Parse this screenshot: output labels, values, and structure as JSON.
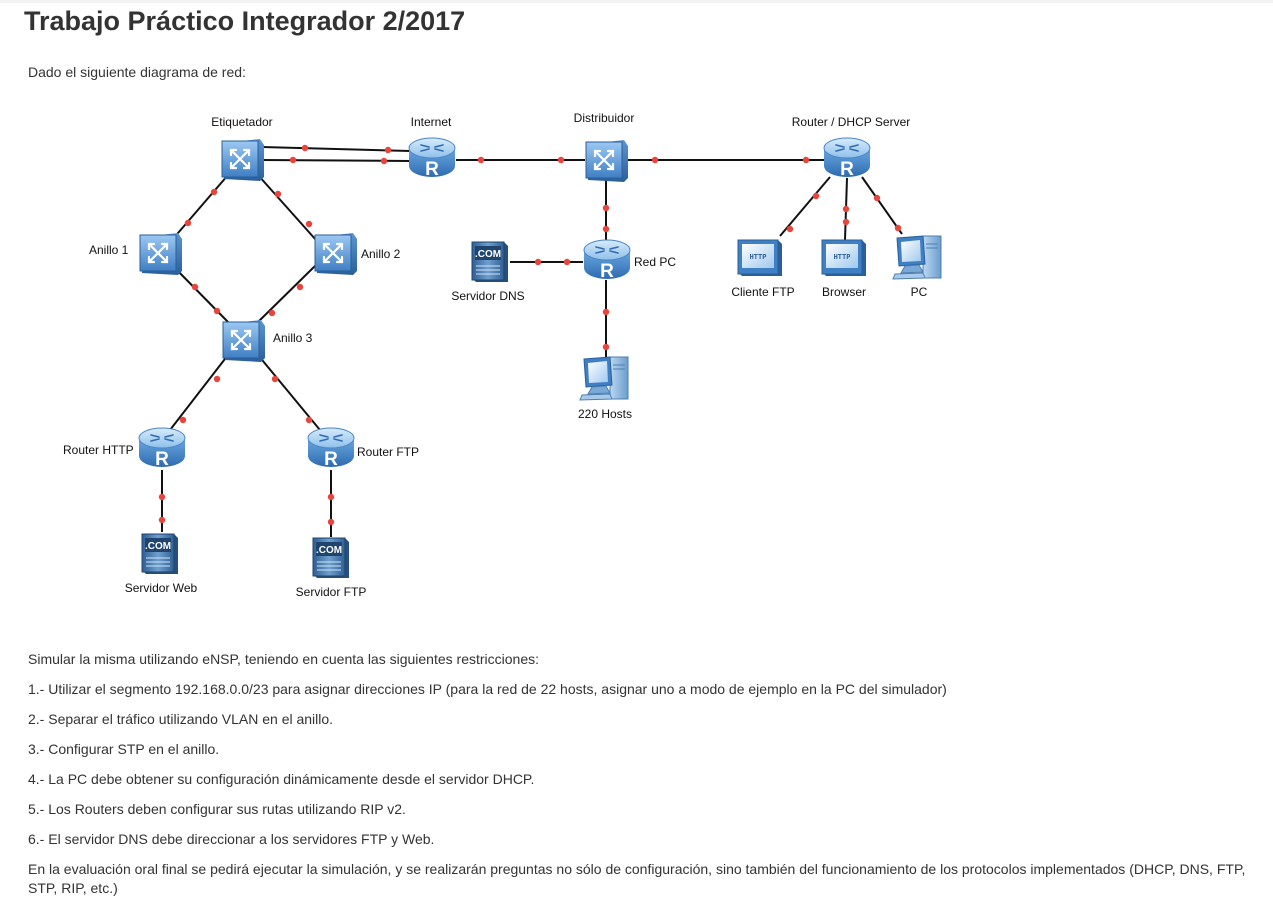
{
  "page": {
    "title": "Trabajo Práctico Integrador 2/2017",
    "intro": "Dado el siguiente diagrama de red:"
  },
  "diagram": {
    "labels": {
      "etiquetador": "Etiquetador",
      "internet": "Internet",
      "distribuidor": "Distribuidor",
      "router_dhcp": "Router / DHCP Server",
      "anillo1": "Anillo 1",
      "anillo2": "Anillo 2",
      "anillo3": "Anillo 3",
      "servidor_dns": "Servidor DNS",
      "red_pc": "Red PC",
      "hosts": "220 Hosts",
      "cliente_ftp": "Cliente FTP",
      "browser": "Browser",
      "pc": "PC",
      "router_http": "Router HTTP",
      "router_ftp": "Router FTP",
      "servidor_web": "Servidor Web",
      "servidor_ftp": "Servidor FTP"
    },
    "icon_text": {
      "router": "R",
      "com": ".COM",
      "http": "HTTP"
    },
    "colors": {
      "device_blue": "#3f7fc4",
      "link": "#111111",
      "port_dot": "#e8453c"
    }
  },
  "text": {
    "simulate": "Simular la misma utilizando eNSP, teniendo en cuenta las siguientes restricciones:",
    "items": [
      "1.- Utilizar el segmento 192.168.0.0/23 para asignar direcciones IP (para la red de 22 hosts, asignar uno a modo de ejemplo en la PC del simulador)",
      "2.- Separar el tráfico utilizando VLAN en el anillo.",
      "3.- Configurar STP en el anillo.",
      "4.- La PC debe obtener su configuración dinámicamente desde el servidor DHCP.",
      "5.- Los Routers deben configurar sus rutas utilizando RIP v2.",
      "6.- El servidor DNS debe direccionar a los servidores FTP y Web."
    ],
    "final": "En la evaluación oral final se pedirá ejecutar la simulación, y se realizarán preguntas no sólo de configuración, sino también del funcionamiento de los protocolos implementados (DHCP, DNS, FTP, STP, RIP, etc.)"
  }
}
